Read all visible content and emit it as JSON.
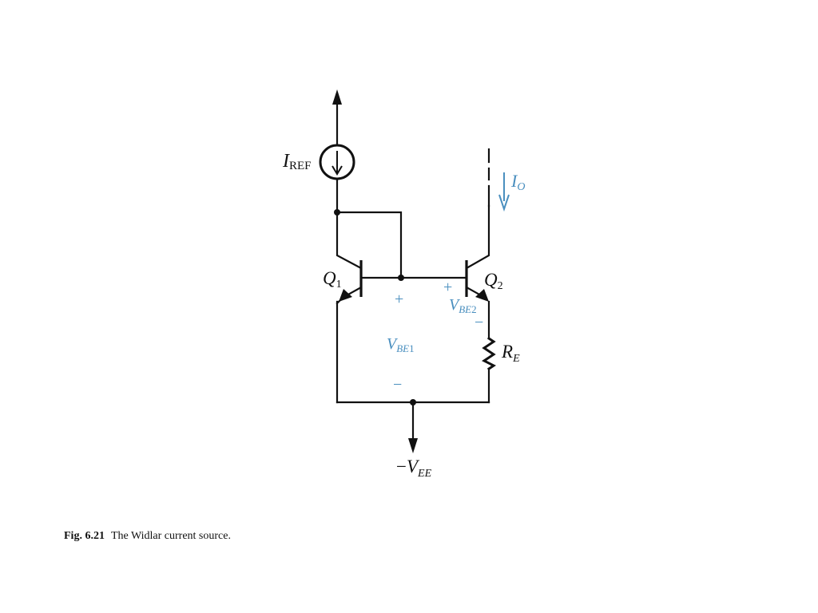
{
  "diagram": {
    "iref": {
      "main": "I",
      "sub": "REF"
    },
    "io": {
      "main": "I",
      "sub": "O"
    },
    "q1": {
      "main": "Q",
      "sub": "1"
    },
    "q2": {
      "main": "Q",
      "sub": "2"
    },
    "vbe1": {
      "main": "V",
      "sub": "BE",
      "sub2": "1"
    },
    "vbe2": {
      "main": "V",
      "sub": "BE",
      "sub2": "2"
    },
    "re": {
      "main": "R",
      "sub": "E"
    },
    "vee": {
      "minus": "−",
      "main": "V",
      "sub": "EE"
    },
    "plus_symbol": "+",
    "minus_symbol": "−"
  },
  "colors": {
    "wire": "#111111",
    "annotation": "#4a8fbf"
  },
  "caption": {
    "number": "Fig. 6.21",
    "text": "The Widlar current source."
  }
}
